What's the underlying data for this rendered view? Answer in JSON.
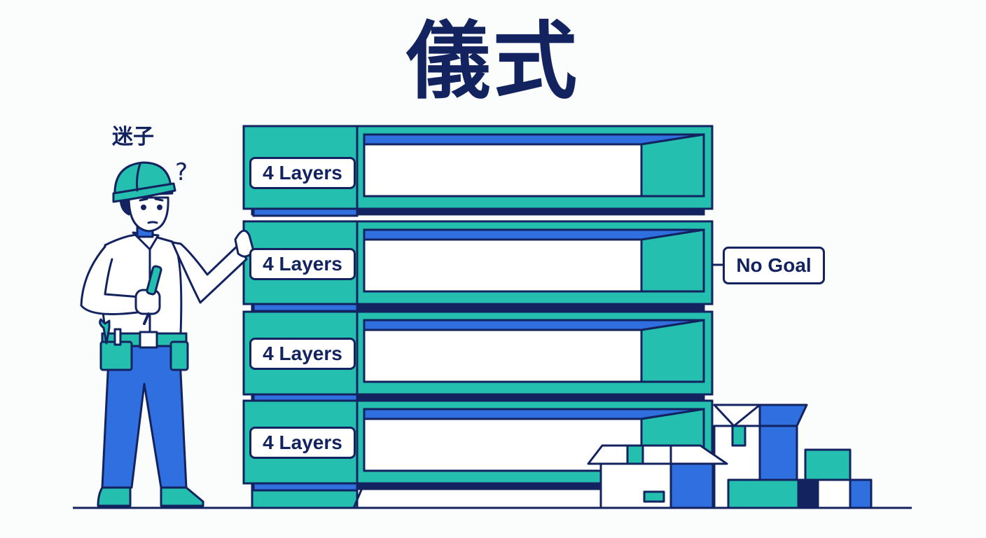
{
  "title": "儀式",
  "worker": {
    "label": "迷子",
    "thought": "?"
  },
  "stack": {
    "layers": [
      {
        "label": "4 Layers"
      },
      {
        "label": "4 Layers"
      },
      {
        "label": "4 Layers"
      },
      {
        "label": "4 Layers"
      }
    ],
    "callout": "No Goal"
  },
  "colors": {
    "navy": "#13235f",
    "teal": "#24bfae",
    "blue": "#2f6fe0",
    "white": "#ffffff"
  }
}
